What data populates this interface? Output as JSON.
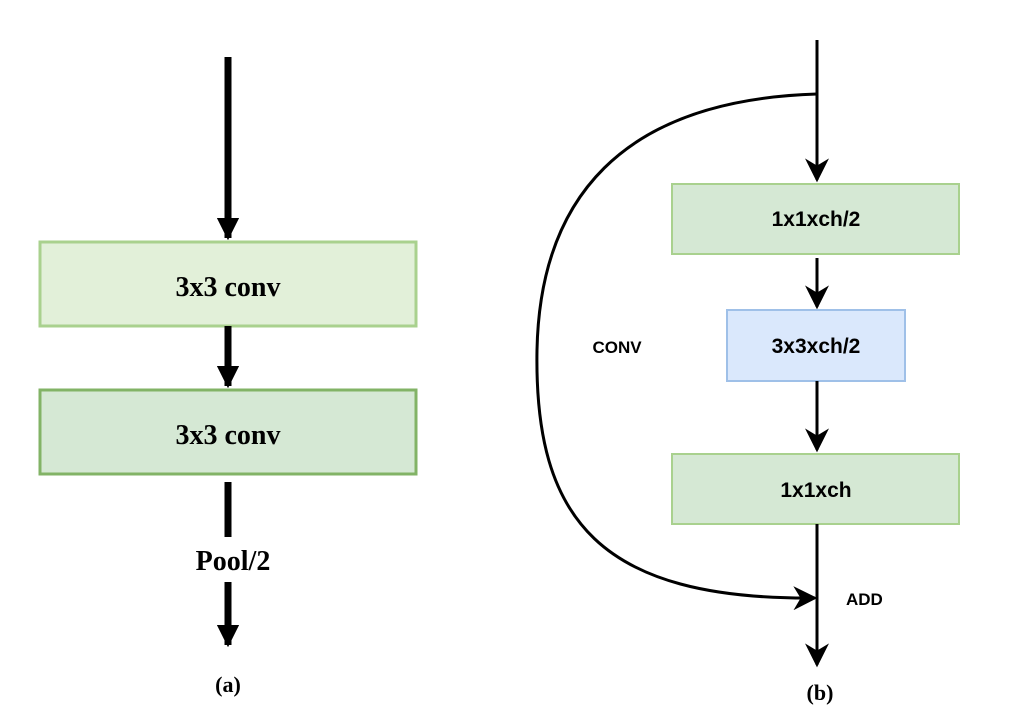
{
  "panel_a": {
    "block1_label": "3x3 conv",
    "block2_label": "3x3 conv",
    "pool_label": "Pool/2",
    "caption": "(a)"
  },
  "panel_b": {
    "block1_label": "1x1xch/2",
    "block2_label": "3x3xch/2",
    "block3_label": "1x1xch",
    "skip_label": "CONV",
    "add_label": "ADD",
    "caption": "(b)"
  },
  "colors": {
    "green_fill": "#d5e8d4",
    "green_fill_light": "#e2f0d9",
    "green_border": "#82b366",
    "blue_fill": "#dae8fc",
    "blue_border": "#6c8ebf",
    "stroke": "#000000"
  }
}
